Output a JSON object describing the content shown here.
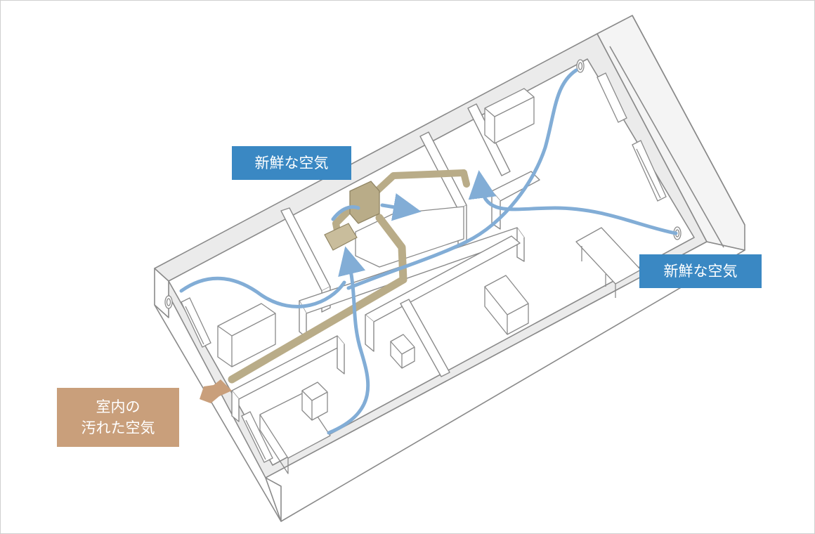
{
  "labels": {
    "fresh_air_top": "新鮮な空気",
    "fresh_air_right": "新鮮な空気",
    "stale_air_line1": "室内の",
    "stale_air_line2": "汚れた空気"
  },
  "colors": {
    "fresh_air": "#3a88c3",
    "fresh_air_flow": "#82add6",
    "stale_air": "#c99f7b",
    "duct": "#b9ac88",
    "wall_stroke": "#8a8a8a",
    "wall_fill": "#e8e8e8",
    "border": "#cfcfcf"
  }
}
